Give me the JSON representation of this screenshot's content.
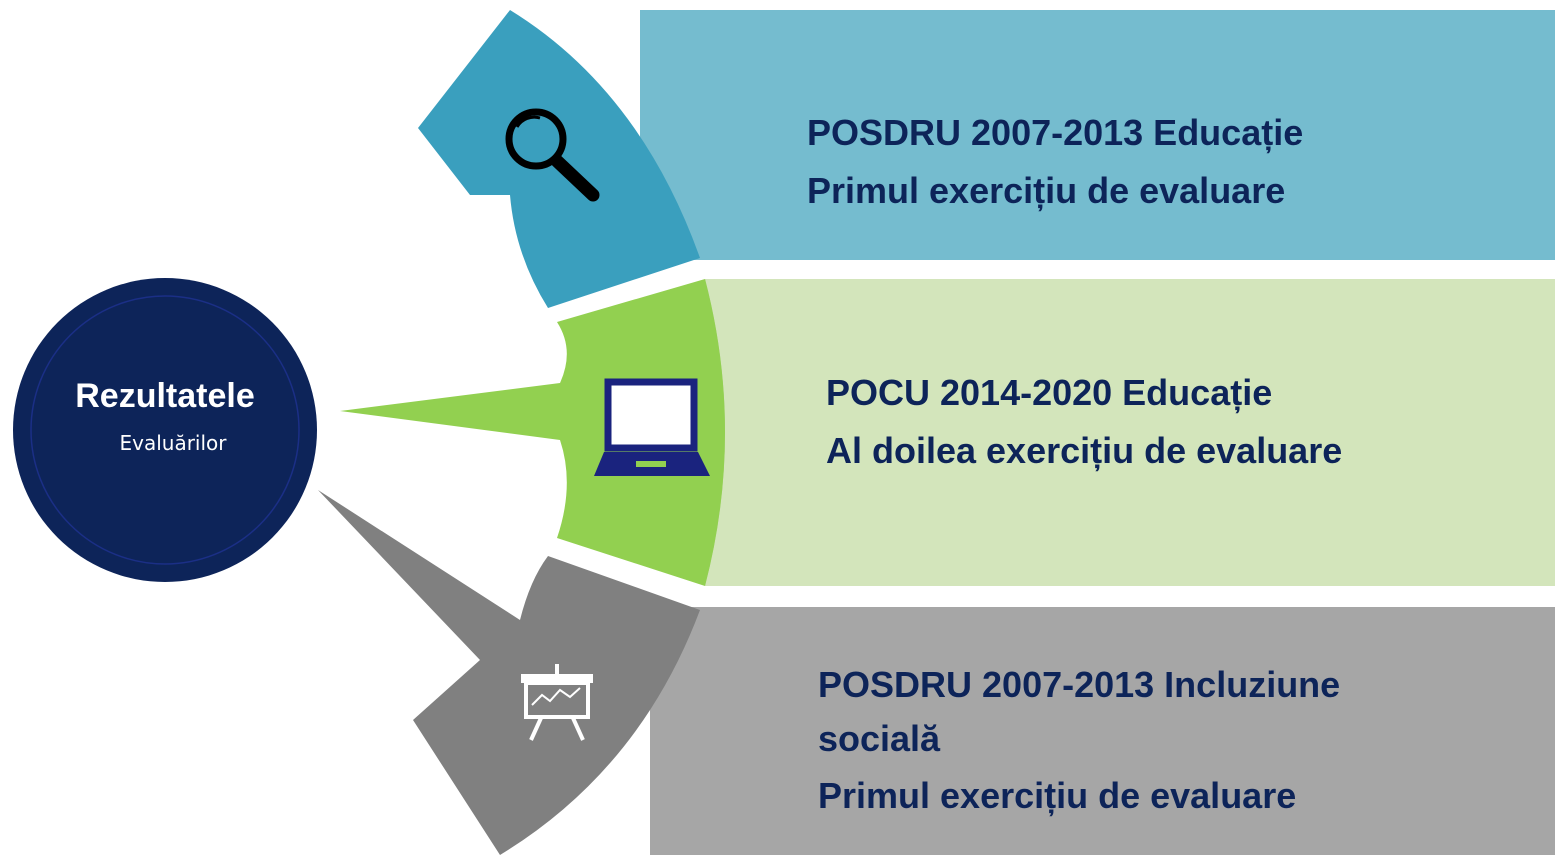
{
  "center": {
    "title": "Rezultatele",
    "subtitle": "Evaluărilor",
    "fill": "#0d2459"
  },
  "bands": [
    {
      "id": "posdru-educatie",
      "line1": "POSDRU 2007-2013  Educație",
      "line2": "Primul exercițiu de evaluare",
      "icon": "magnifier-icon",
      "wedge_color": "#3a9fbe",
      "band_color": "#75bccf",
      "text_color": "#0d2459"
    },
    {
      "id": "pocu-educatie",
      "line1": "POCU 2014-2020  Educație",
      "line2": "Al doilea exercițiu de evaluare",
      "icon": "laptop-icon",
      "wedge_color": "#92d050",
      "band_color": "#d3e5bb",
      "text_color": "#0d2459"
    },
    {
      "id": "posdru-incluziune",
      "line1": "POSDRU 2007-2013  Incluziune",
      "line2": "socială",
      "line3": "Primul exercițiu de evaluare",
      "icon": "presentation-chart-icon",
      "wedge_color": "#808080",
      "band_color": "#a6a6a6",
      "text_color": "#0d2459"
    }
  ]
}
